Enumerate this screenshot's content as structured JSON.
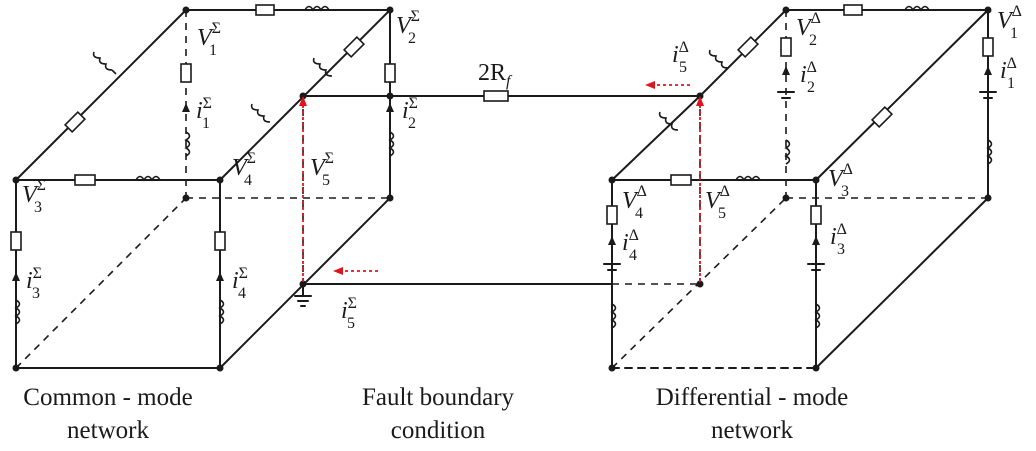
{
  "common_mode": {
    "V": [
      "V",
      "V",
      "V",
      "V",
      "V"
    ],
    "i": [
      "i",
      "i",
      "i",
      "i",
      "i"
    ],
    "sym": "Σ",
    "subs": [
      "1",
      "2",
      "3",
      "4",
      "5"
    ]
  },
  "differential_mode": {
    "sym": "Δ"
  },
  "fault": {
    "resistor_label": "2R",
    "resistor_sub": "f"
  },
  "captions": {
    "common_line1": "Common - mode",
    "common_line2": "network",
    "fault_line1": "Fault boundary",
    "fault_line2": "condition",
    "diff_line1": "Differential - mode",
    "diff_line2": "network"
  }
}
